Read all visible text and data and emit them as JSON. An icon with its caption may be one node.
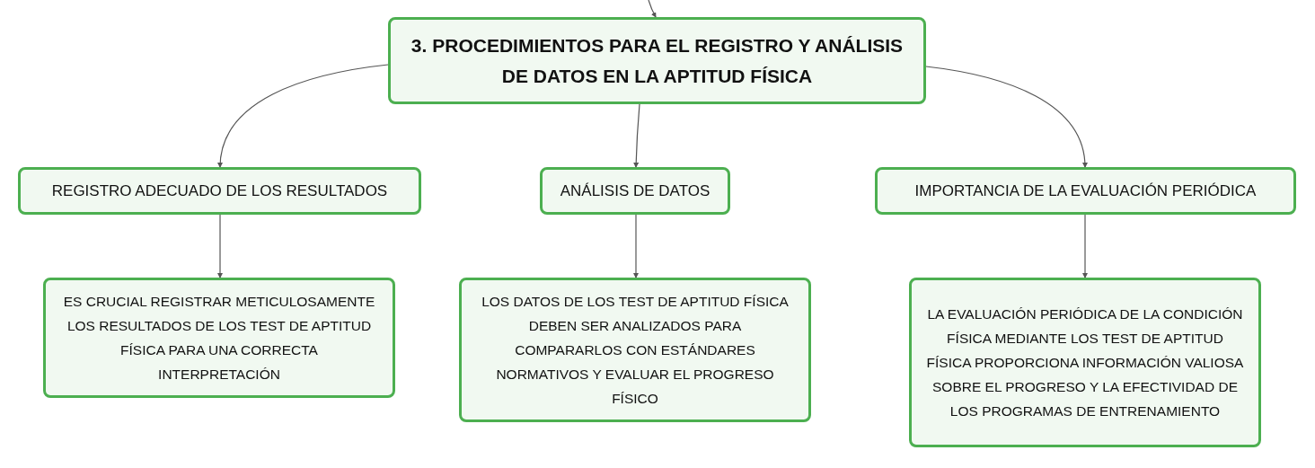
{
  "diagram": {
    "nodes": [
      {
        "text": [
          "3. PROCEDIMIENTOS PARA EL REGISTRO Y ANÁLISIS DE DATOS EN LA APTITUD FÍSICA"
        ]
      },
      {
        "text": [
          "REGISTRO ADECUADO DE LOS RESULTADOS"
        ]
      },
      {
        "text": [
          "ANÁLISIS DE DATOS"
        ]
      },
      {
        "text": [
          "IMPORTANCIA DE LA EVALUACIÓN PERIÓDICA"
        ]
      },
      {
        "text": [
          "ES CRUCIAL REGISTRAR METICULOSAMENTE LOS RESULTADOS DE LOS TEST DE APTITUD FÍSICA PARA UNA CORRECTA INTERPRETACIÓN"
        ]
      },
      {
        "text": [
          "LOS DATOS DE LOS TEST DE APTITUD FÍSICA DEBEN SER ANALIZADOS PARA COMPARARLOS CON ESTÁNDARES NORMATIVOS Y EVALUAR EL PROGRESO FÍSICO"
        ]
      },
      {
        "text": [
          "LA EVALUACIÓN PERIÓDICA DE LA CONDICIÓN FÍSICA MEDIANTE LOS TEST DE APTITUD FÍSICA PROPORCIONA INFORMACIÓN VALIOSA SOBRE EL PROGRESO Y LA EFECTIVIDAD DE LOS PROGRAMAS DE ENTRENAMIENTO"
        ]
      }
    ],
    "edges": [
      {
        "from": null,
        "to": 0,
        "arrow": "to"
      },
      {
        "from": 0,
        "to": 1,
        "arrow": "to"
      },
      {
        "from": 0,
        "to": 2,
        "arrow": "to"
      },
      {
        "from": 0,
        "to": 3,
        "arrow": "to"
      },
      {
        "from": 1,
        "to": 4,
        "arrow": "to"
      },
      {
        "from": 2,
        "to": 5,
        "arrow": "to"
      },
      {
        "from": 3,
        "to": 6,
        "arrow": "to"
      }
    ]
  }
}
